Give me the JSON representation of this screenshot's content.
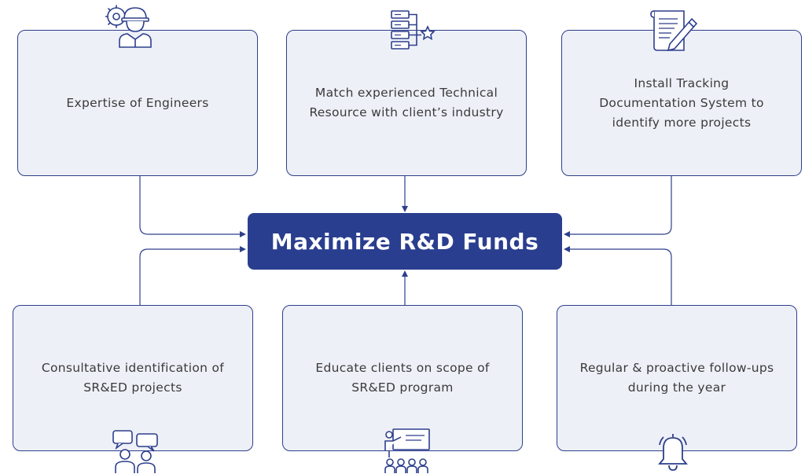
{
  "center": {
    "label": "Maximize R&D Funds"
  },
  "cards": {
    "top_left": {
      "text": "Expertise of Engineers",
      "icon": "engineer-gear-icon"
    },
    "top_middle": {
      "text": "Match experienced Technical Resource with client’s industry",
      "icon": "server-star-icon"
    },
    "top_right": {
      "text": "Install Tracking Documentation System to identify more projects",
      "icon": "document-pen-icon"
    },
    "bottom_left": {
      "text": "Consultative identification of SR&ED projects",
      "icon": "consultation-chat-icon"
    },
    "bottom_middle": {
      "text": "Educate clients on scope of SR&ED program",
      "icon": "presentation-audience-icon"
    },
    "bottom_right": {
      "text": "Regular & proactive follow-ups during the year",
      "icon": "bell-icon"
    }
  },
  "colors": {
    "primary": "#2a3e8f",
    "card_fill": "#eef0f8",
    "border": "#2d3f8c",
    "text": "#3a3a3a"
  }
}
